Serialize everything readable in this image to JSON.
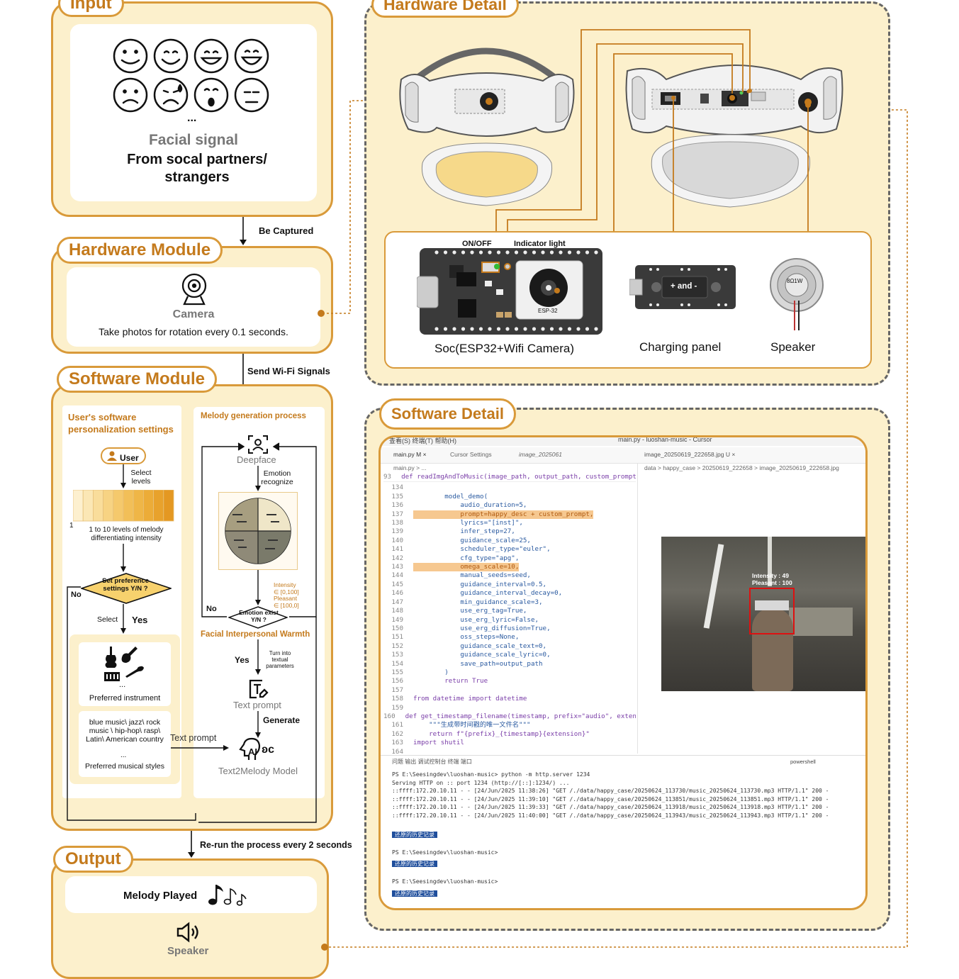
{
  "input": {
    "title": "Input",
    "label": "Facial signal",
    "subtitle": "From socal partners/ strangers",
    "ellipsis": "..."
  },
  "arrows": {
    "captured": "Be Captured",
    "wifi": "Send Wi-Fi Signals",
    "rerun": "Re-run the process every 2 seconds"
  },
  "hardware_module": {
    "title": "Hardware Module",
    "camera": "Camera",
    "desc": "Take photos for rotation every 0.1 seconds."
  },
  "software_module": {
    "title": "Software Module",
    "left": {
      "title": "User's software personalization settings",
      "user": "User",
      "select_levels": "Select levels",
      "level_1": "1",
      "levels_desc": "1 to 10 levels of melody differentiating intensity",
      "levels": [
        1,
        2,
        3,
        4,
        5,
        6,
        7,
        8,
        9,
        10
      ],
      "preference": "Set preference settings Y/N ?",
      "no": "No",
      "select": "Select",
      "yes": "Yes",
      "instrument": "Preferred instrument",
      "styles": "blue music\\ jazz\\ rock music \\ hip-hop\\ rasp\\ Latin\\ American country",
      "styles_more": "...",
      "styles_label": "Preferred musical styles",
      "instrument_more": "..."
    },
    "right": {
      "title": "Melody generation process",
      "deepface": "Deepface",
      "emotion_recognize": "Emotion recognize",
      "intensity": "Intensity ∈ [0,100]",
      "pleasant": "Pleasant ∈ [100,0]",
      "emotion_exist": "Emotion exist Y/N ?",
      "no": "No",
      "warmth": "Facial Interpersonal Warmth",
      "yes": "Yes",
      "turn_into": "Turn into textual parameters",
      "text_prompt_label": "Text prompt",
      "generate": "Generate",
      "text_prompt_arrow": "Text prompt",
      "model": "Text2Melody Model"
    }
  },
  "output": {
    "title": "Output",
    "melody": "Melody Played",
    "speaker": "Speaker"
  },
  "hardware_detail": {
    "title": "Hardware Detail",
    "on_off": "ON/OFF",
    "indicator": "Indicator light",
    "chip": "ESP-32",
    "soc": "Soc(ESP32+Wifi Camera)",
    "charging_inner": "+ and -",
    "charging": "Charging panel",
    "speaker_inner": "8Ω1W",
    "speaker": "Speaker"
  },
  "software_detail": {
    "title": "Software Detail",
    "menu": "查看(S)   终端(T)   帮助(H)",
    "window_title": "main.py - luoshan-music - Cursor",
    "tabs": [
      "main.py M ×",
      "Cursor Settings",
      "image_2025061",
      "image_20250619_222658.jpg U ×"
    ],
    "breadcrumb_left": "main.py > ...",
    "breadcrumb_right": "data > happy_case > 20250619_222658 > image_20250619_222658.jpg",
    "code_lines": [
      {
        "n": "93",
        "t": "def readImgAndToMusic(image_path, output_path, custom_prompt"
      },
      {
        "n": "134",
        "t": ""
      },
      {
        "n": "135",
        "t": "        model_demo("
      },
      {
        "n": "136",
        "t": "            audio_duration=5,"
      },
      {
        "n": "137",
        "t": "            prompt=happy_desc + custom_prompt,",
        "hl": true
      },
      {
        "n": "138",
        "t": "            lyrics=\"[inst]\","
      },
      {
        "n": "139",
        "t": "            infer_step=27,"
      },
      {
        "n": "140",
        "t": "            guidance_scale=25,"
      },
      {
        "n": "141",
        "t": "            scheduler_type=\"euler\","
      },
      {
        "n": "142",
        "t": "            cfg_type=\"apg\","
      },
      {
        "n": "143",
        "t": "            omega_scale=10,",
        "hl": true
      },
      {
        "n": "144",
        "t": "            manual_seeds=seed,"
      },
      {
        "n": "145",
        "t": "            guidance_interval=0.5,"
      },
      {
        "n": "146",
        "t": "            guidance_interval_decay=0,"
      },
      {
        "n": "147",
        "t": "            min_guidance_scale=3,"
      },
      {
        "n": "148",
        "t": "            use_erg_tag=True,"
      },
      {
        "n": "149",
        "t": "            use_erg_lyric=False,"
      },
      {
        "n": "150",
        "t": "            use_erg_diffusion=True,"
      },
      {
        "n": "151",
        "t": "            oss_steps=None,"
      },
      {
        "n": "152",
        "t": "            guidance_scale_text=0,"
      },
      {
        "n": "153",
        "t": "            guidance_scale_lyric=0,"
      },
      {
        "n": "154",
        "t": "            save_path=output_path"
      },
      {
        "n": "155",
        "t": "        )"
      },
      {
        "n": "156",
        "t": "        return True"
      },
      {
        "n": "157",
        "t": ""
      },
      {
        "n": "158",
        "t": "from datetime import datetime"
      },
      {
        "n": "159",
        "t": ""
      },
      {
        "n": "160",
        "t": "def get_timestamp_filename(timestamp, prefix=\"audio\", extension"
      },
      {
        "n": "161",
        "t": "    \"\"\"生成带时间戳的唯一文件名\"\"\""
      },
      {
        "n": "162",
        "t": "    return f\"{prefix}_{timestamp}{extension}\""
      },
      {
        "n": "163",
        "t": "import shutil"
      },
      {
        "n": "164",
        "t": ""
      }
    ],
    "overlay_intensity": "Intensity : 49",
    "overlay_pleasant": "Pleasant : 100",
    "terminal_tabs": "问题   输出   调试控制台   终端   端口",
    "terminal_right": "powershell",
    "terminal_lines": [
      "PS E:\\Seesingdev\\luoshan-music> python -m http.server 1234",
      "Serving HTTP on :: port 1234 (http://[::]:1234/) ...",
      "::ffff:172.20.10.11 - - [24/Jun/2025 11:38:26] \"GET /./data/happy_case/20250624_113730/music_20250624_113730.mp3 HTTP/1.1\" 200 -",
      "::ffff:172.20.10.11 - - [24/Jun/2025 11:39:10] \"GET /./data/happy_case/20250624_113851/music_20250624_113851.mp3 HTTP/1.1\" 200 -",
      "::ffff:172.20.10.11 - - [24/Jun/2025 11:39:33] \"GET /./data/happy_case/20250624_113918/music_20250624_113918.mp3 HTTP/1.1\" 200 -",
      "::ffff:172.20.10.11 - - [24/Jun/2025 11:40:00] \"GET /./data/happy_case/20250624_113943/music_20250624_113943.mp3 HTTP/1.1\" 200 -"
    ],
    "restore_label": "还原的历史记录",
    "prompt_line": "PS E:\\Seesingdev\\luoshan-music>"
  },
  "colors": {
    "panel_fill": "#fcf0cc",
    "panel_border": "#d99a3a",
    "accent_text": "#c47a1c",
    "level_scale": [
      "#fdf0cf",
      "#fbe7b5",
      "#f9dd9b",
      "#f7d383",
      "#f5c96c",
      "#f2bf58",
      "#efb647",
      "#ecac38",
      "#e8a22c",
      "#e49822"
    ]
  }
}
